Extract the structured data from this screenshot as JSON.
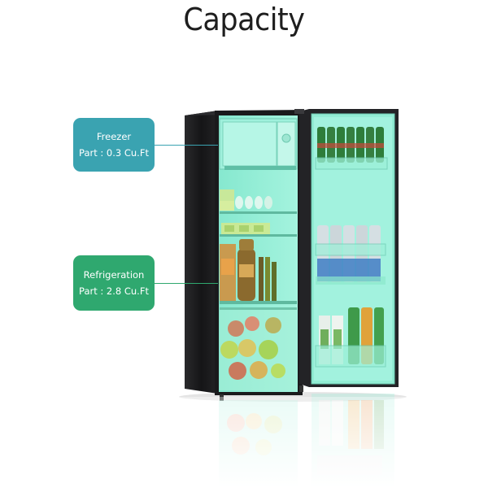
{
  "title": "Capacity",
  "callouts": {
    "freezer": {
      "line1": "Freezer",
      "line2": "Part : 0.3 Cu.Ft"
    },
    "refrigeration": {
      "line1": "Refrigeration",
      "line2": "Part : 2.8 Cu.Ft"
    }
  },
  "colors": {
    "freezer_callout": "#3aa3b1",
    "refrigeration_callout": "#2fa86f",
    "cabinet": "#1b1b1d",
    "interior_tint": "#8ff0d4"
  }
}
